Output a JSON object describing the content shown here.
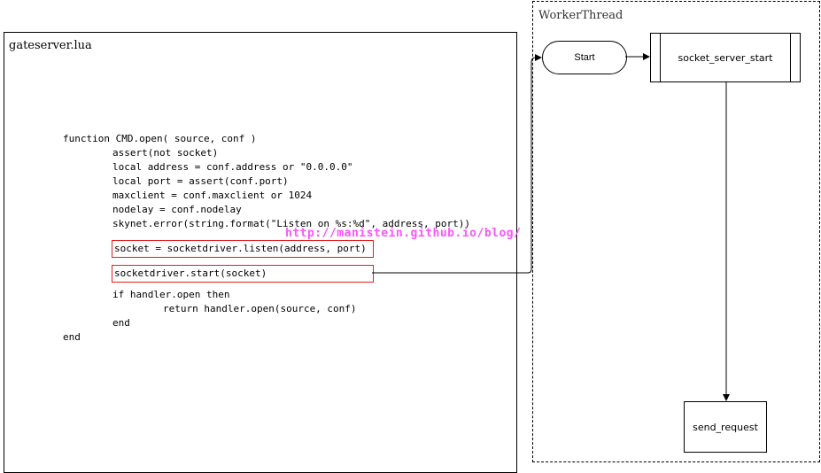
{
  "gateserver": {
    "title": "gateserver.lua",
    "code": {
      "l1": "function CMD.open( source, conf )",
      "l2": "assert(not socket)",
      "l3": "local address = conf.address or \"0.0.0.0\"",
      "l4": "local port = assert(conf.port)",
      "l5": "maxclient = conf.maxclient or 1024",
      "l6": "nodelay = conf.nodelay",
      "l7": "skynet.error(string.format(\"Listen on %s:%d\", address, port))",
      "l8": "socket = socketdriver.listen(address, port)",
      "l9": "socketdriver.start(socket)",
      "l10": "if handler.open then",
      "l11": "return handler.open(source, conf)",
      "l12": "end",
      "l13": "end"
    }
  },
  "worker": {
    "title": "WorkerThread",
    "nodes": {
      "start": "Start",
      "socket_server_start": "socket_server_start",
      "send_request": "send_request"
    }
  },
  "watermark": "http://manistein.github.io/blog/",
  "colors": {
    "highlight": "#e02020",
    "watermark": "#ff40ff"
  }
}
